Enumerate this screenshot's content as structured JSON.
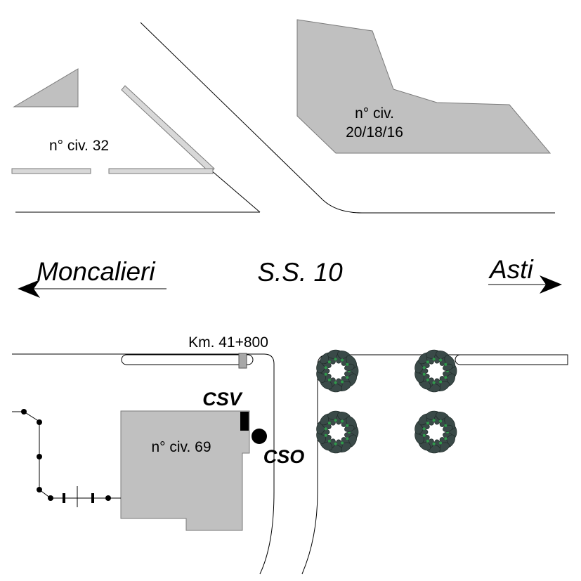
{
  "map": {
    "road_name": "S.S. 10",
    "direction_west": "Moncalieri",
    "direction_east": "Asti",
    "km_marker": "Km. 41+800",
    "buildings": {
      "north_east": {
        "line1": "n° civ.",
        "line2": "20/18/16"
      },
      "north_west": "n° civ. 32",
      "south": "n° civ. 69"
    },
    "devices": {
      "csv": "CSV",
      "cso": "CSO"
    },
    "tree_count": 4,
    "colors": {
      "building_fill": "#c0c0c0",
      "line": "#000000",
      "foliage": "#3a4a48",
      "foliage_accent": "#2f9a4a"
    }
  }
}
